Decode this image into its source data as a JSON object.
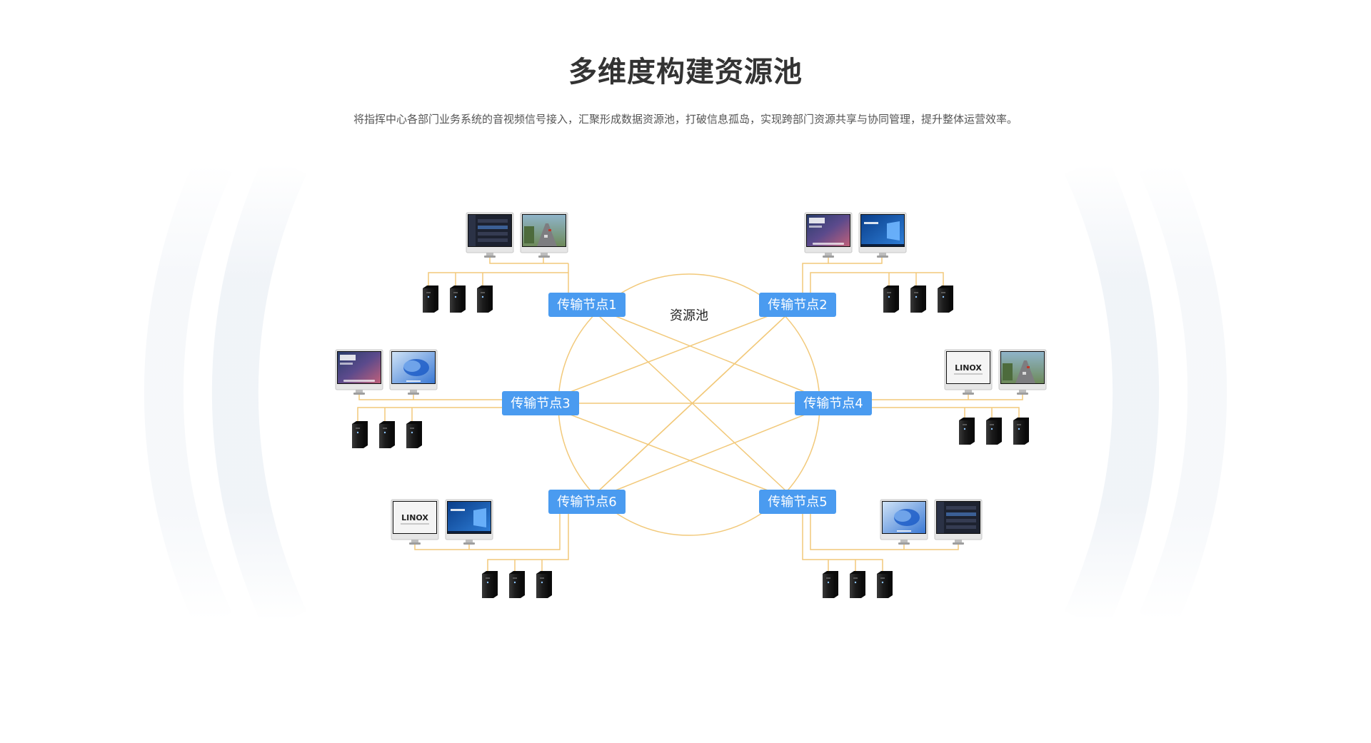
{
  "header": {
    "title": "多维度构建资源池",
    "subtitle": "将指挥中心各部门业务系统的音视频信号接入，汇聚形成数据资源池，打破信息孤岛，实现跨部门资源共享与协同管理，提升整体运营效率。"
  },
  "diagram": {
    "pool_label": "资源池",
    "colors": {
      "node_fill": "#4a9bf0",
      "line": "#f2c97a",
      "ring": "#eef2f7"
    },
    "nodes": [
      {
        "id": 1,
        "label": "传输节点1",
        "monitors": [
          "dark-dashboard",
          "traffic-video"
        ]
      },
      {
        "id": 2,
        "label": "传输节点2",
        "monitors": [
          "mac-os",
          "windows-10"
        ]
      },
      {
        "id": 3,
        "label": "传输节点3",
        "monitors": [
          "mac-os",
          "windows-11"
        ]
      },
      {
        "id": 4,
        "label": "传输节点4",
        "monitors": [
          "linux",
          "traffic-video"
        ]
      },
      {
        "id": 5,
        "label": "传输节点5",
        "monitors": [
          "windows-11",
          "dark-dashboard"
        ]
      },
      {
        "id": 6,
        "label": "传输节点6",
        "monitors": [
          "linux",
          "windows-10"
        ]
      }
    ],
    "node_links": [
      [
        1,
        4
      ],
      [
        1,
        5
      ],
      [
        2,
        3
      ],
      [
        2,
        6
      ],
      [
        3,
        4
      ],
      [
        3,
        5
      ],
      [
        4,
        6
      ],
      [
        6,
        2
      ]
    ],
    "servers_per_node": 3,
    "logo_text": "LINOX"
  }
}
